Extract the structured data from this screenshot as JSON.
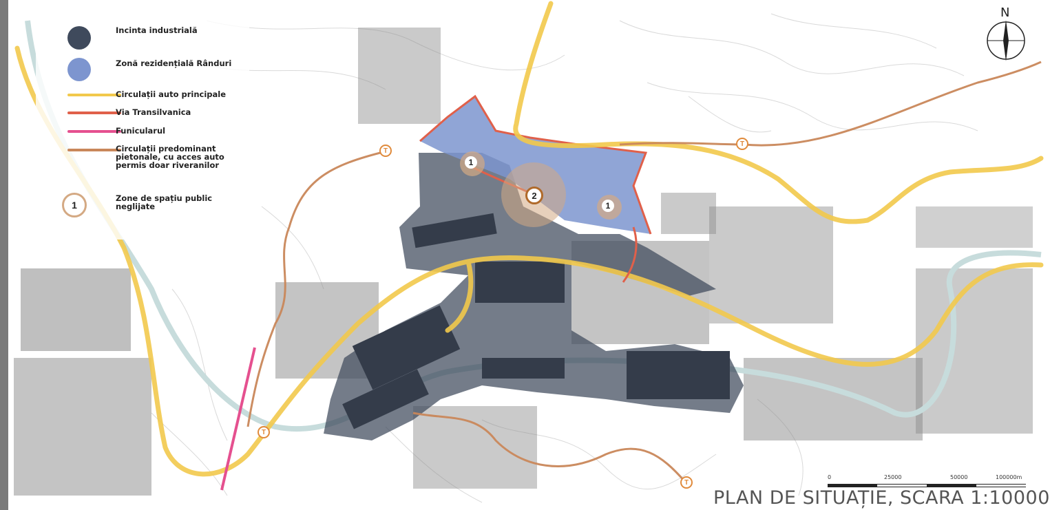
{
  "map": {
    "title": "PLAN DE SITUAȚIE, SCARA 1:10000",
    "north_label": "N",
    "scale_labels": [
      "0",
      "25000",
      "50000",
      "100000m"
    ],
    "colors": {
      "industrial": "#3f4a5c",
      "residential": "#7d95cf",
      "main_road": "#f2c94c",
      "via_transilvanica": "#e0604a",
      "funicular": "#e5508f",
      "pedestrian": "#c9875a",
      "neglected_space": "#d4a983",
      "river": "#c7dcdc"
    }
  },
  "legend": {
    "items": [
      {
        "label": "Incinta industrială",
        "symbol": "industrial-dot"
      },
      {
        "label": "Zonă rezidențială Rânduri",
        "symbol": "residential-dot"
      },
      {
        "label": "Circulații auto principale",
        "symbol": "main-road-line"
      },
      {
        "label": "Via Transilvanica",
        "symbol": "via-transilvanica-line"
      },
      {
        "label": "Funicularul",
        "symbol": "funicular-line"
      },
      {
        "label": "Circulații predominant pietonale, cu acces auto permis doar riveranilor",
        "symbol": "pedestrian-line"
      },
      {
        "label": "Zone de spațiu public neglijate",
        "symbol": "neglected-space-badge",
        "badge": "1"
      }
    ]
  },
  "markers": {
    "neglected_1a": "1",
    "neglected_1b": "1",
    "neglected_2": "2",
    "transit_symbol": "T"
  }
}
